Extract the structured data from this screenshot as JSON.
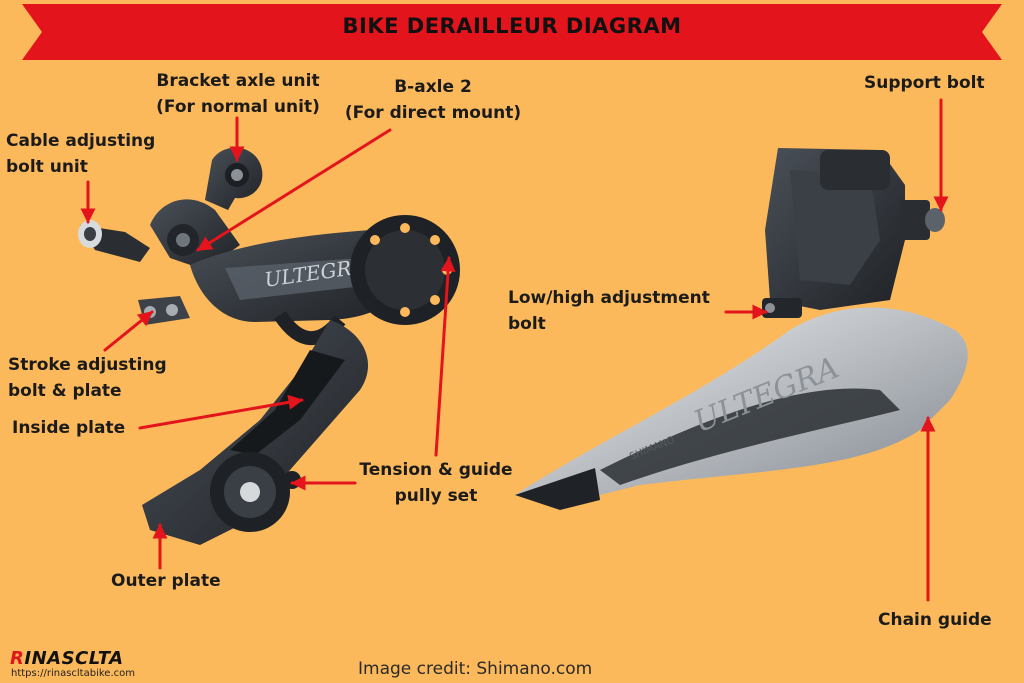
{
  "title": "BIKE DERAILLEUR DIAGRAM",
  "colors": {
    "background": "#fcb95b",
    "banner": "#e3141b",
    "pointer": "#e3141b",
    "part_dark": "#2e3238",
    "part_silver": "#c9ccd0",
    "text": "#1b1b1b"
  },
  "rear_derailleur_labels": {
    "bracket_axle_line1": "Bracket axle unit",
    "bracket_axle_line2": "(For normal unit)",
    "b_axle_line1": "B-axle 2",
    "b_axle_line2": "(For direct mount)",
    "cable_adjusting_line1": "Cable adjusting",
    "cable_adjusting_line2": "bolt unit",
    "stroke_adjusting_line1": "Stroke adjusting",
    "stroke_adjusting_line2": "bolt & plate",
    "inside_plate": "Inside plate",
    "tension_guide_line1": "Tension & guide",
    "tension_guide_line2": "pully set",
    "outer_plate": "Outer plate"
  },
  "front_derailleur_labels": {
    "support_bolt": "Support bolt",
    "low_high_line1": "Low/high adjustment",
    "low_high_line2": "bolt",
    "chain_guide": "Chain guide"
  },
  "product_marks": {
    "rear_model": "ULTEGRA",
    "front_model": "ULTEGRA",
    "front_maker": "SHIMANO"
  },
  "footer": {
    "brand_first": "R",
    "brand_rest": "INASCLTA",
    "url": "https://rinascltabike.com",
    "credit": "Image credit: Shimano.com"
  }
}
